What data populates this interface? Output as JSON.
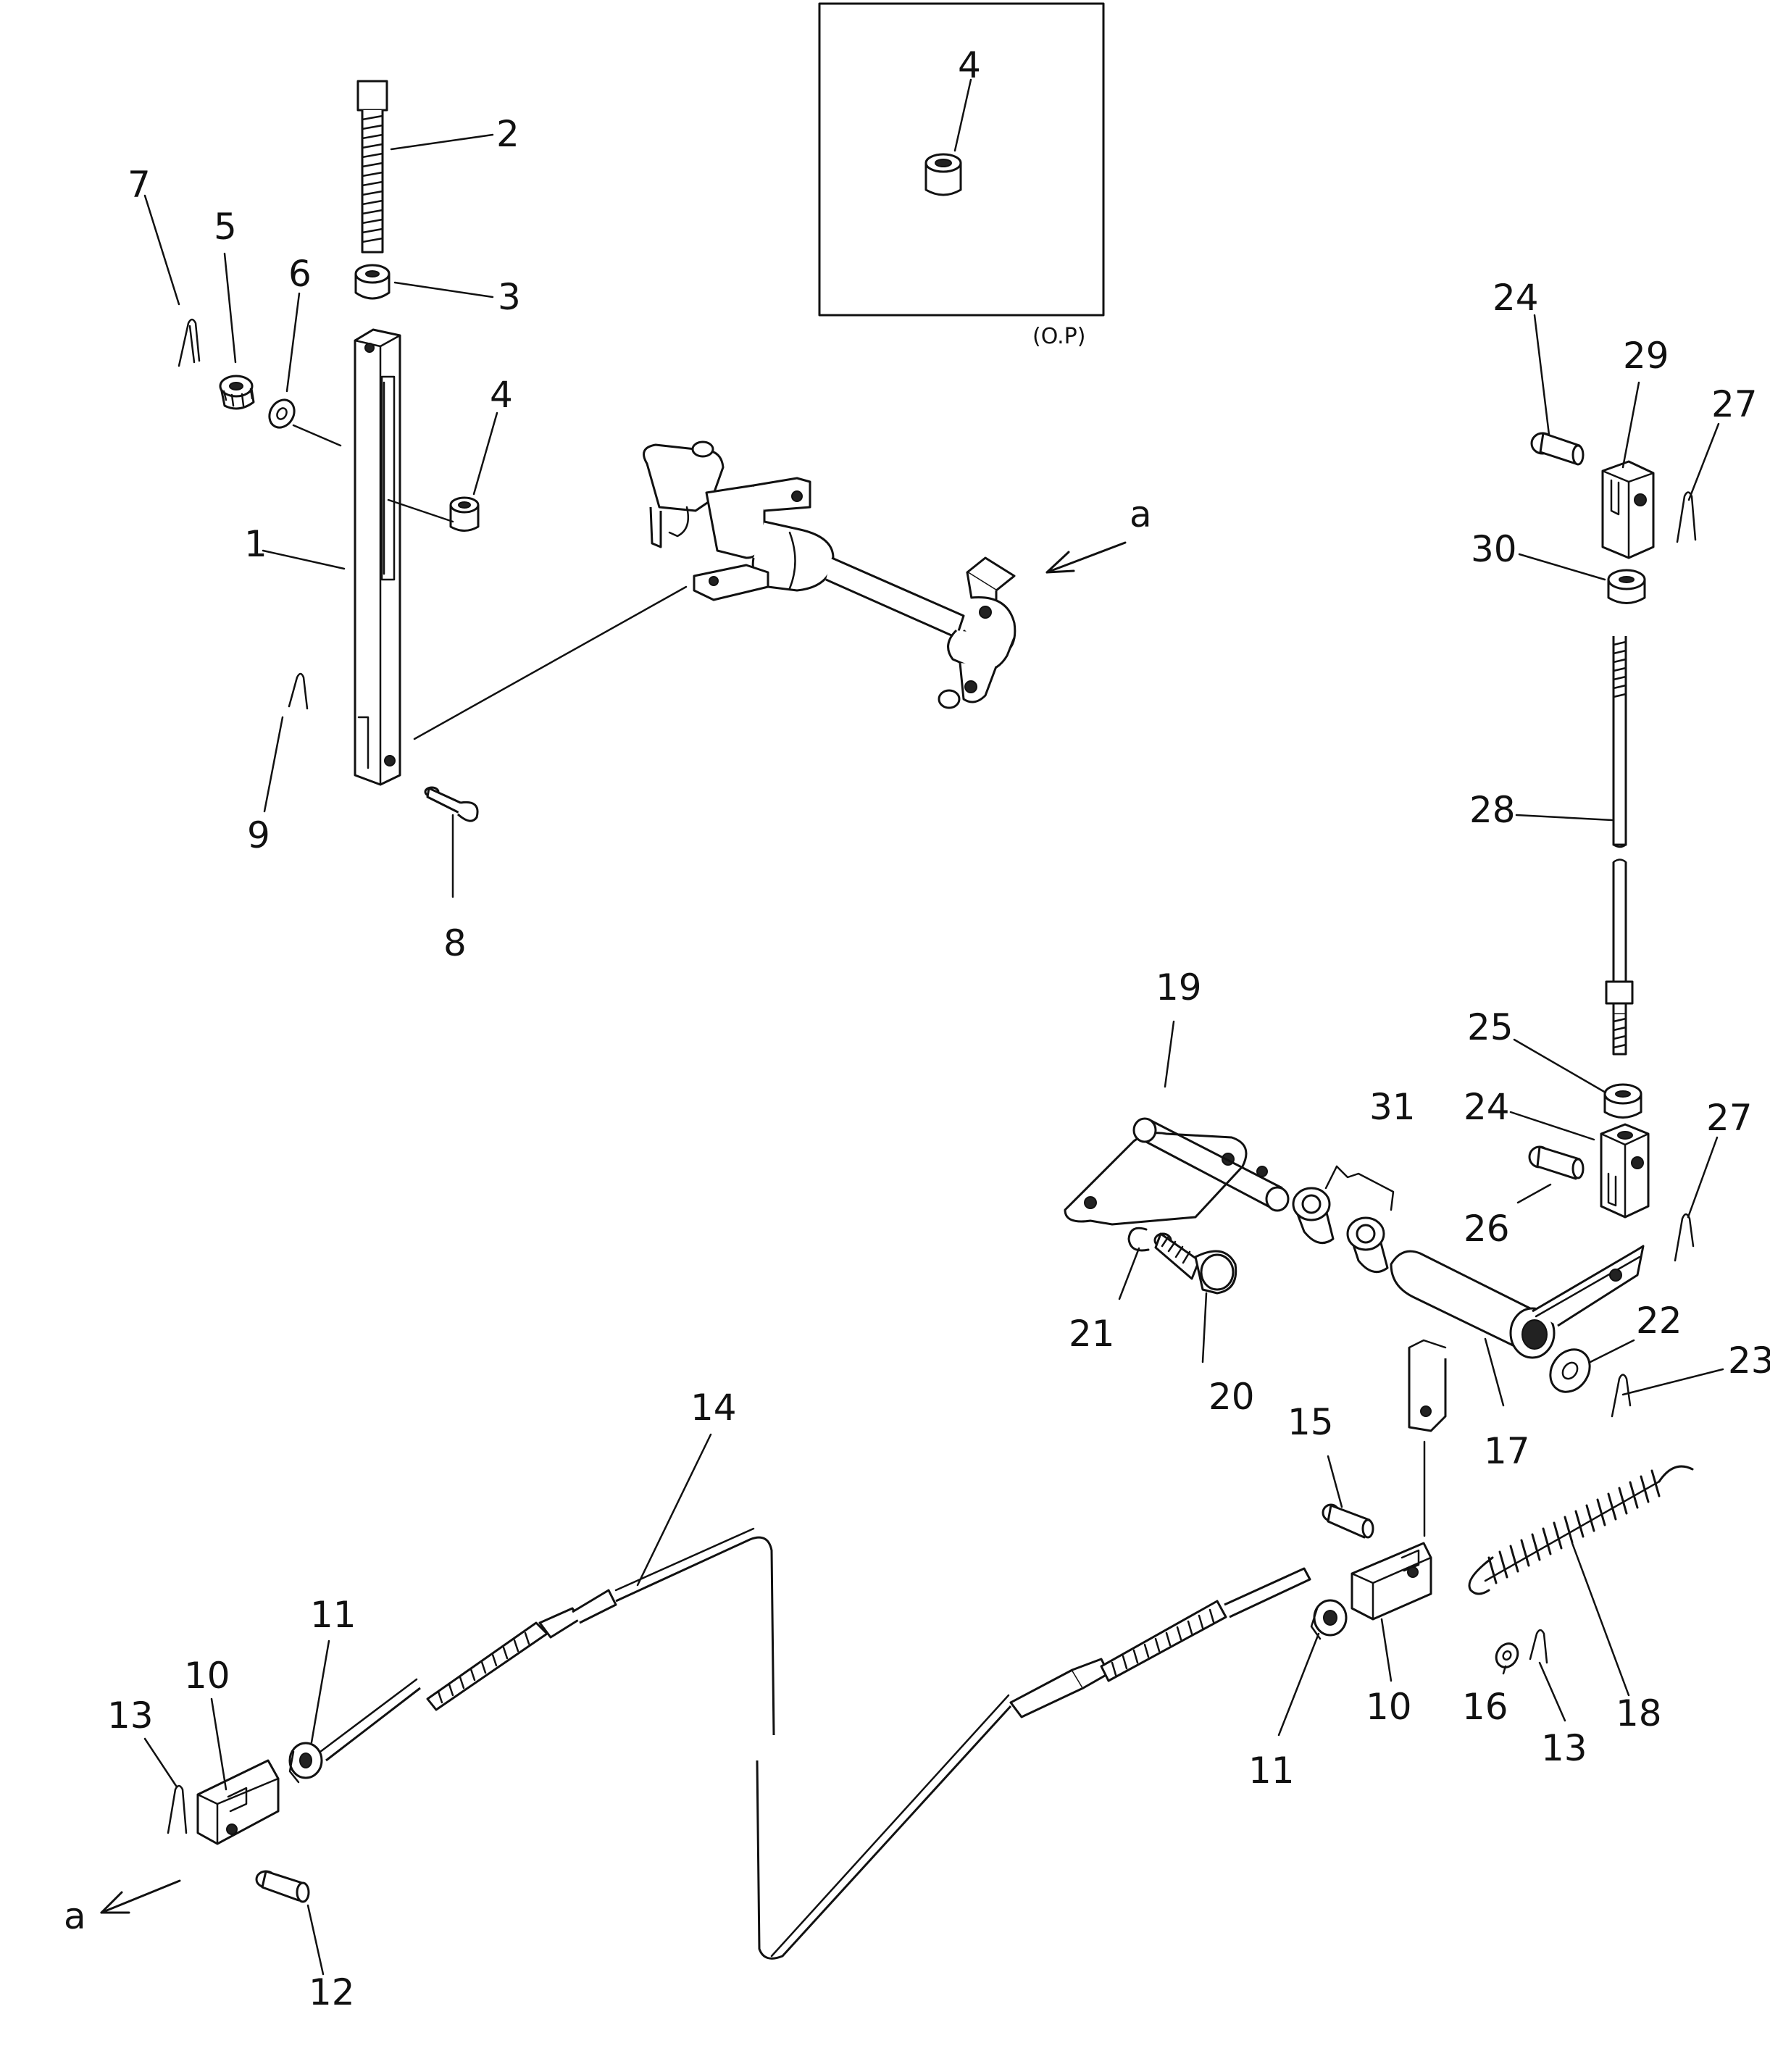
{
  "labels": [
    {
      "id": "1",
      "text": "1"
    },
    {
      "id": "2",
      "text": "2"
    },
    {
      "id": "3",
      "text": "3"
    },
    {
      "id": "4a",
      "text": "4"
    },
    {
      "id": "4b",
      "text": "4"
    },
    {
      "id": "5",
      "text": "5"
    },
    {
      "id": "6",
      "text": "6"
    },
    {
      "id": "7",
      "text": "7"
    },
    {
      "id": "8",
      "text": "8"
    },
    {
      "id": "9",
      "text": "9"
    },
    {
      "id": "10a",
      "text": "10"
    },
    {
      "id": "10b",
      "text": "10"
    },
    {
      "id": "11a",
      "text": "11"
    },
    {
      "id": "11b",
      "text": "11"
    },
    {
      "id": "12",
      "text": "12"
    },
    {
      "id": "13a",
      "text": "13"
    },
    {
      "id": "13b",
      "text": "13"
    },
    {
      "id": "14",
      "text": "14"
    },
    {
      "id": "15",
      "text": "15"
    },
    {
      "id": "16",
      "text": "16"
    },
    {
      "id": "17",
      "text": "17"
    },
    {
      "id": "18",
      "text": "18"
    },
    {
      "id": "19",
      "text": "19"
    },
    {
      "id": "20",
      "text": "20"
    },
    {
      "id": "21",
      "text": "21"
    },
    {
      "id": "22",
      "text": "22"
    },
    {
      "id": "23",
      "text": "23"
    },
    {
      "id": "24a",
      "text": "24"
    },
    {
      "id": "24b",
      "text": "24"
    },
    {
      "id": "25",
      "text": "25"
    },
    {
      "id": "26",
      "text": "26"
    },
    {
      "id": "27a",
      "text": "27"
    },
    {
      "id": "27b",
      "text": "27"
    },
    {
      "id": "28",
      "text": "28"
    },
    {
      "id": "29",
      "text": "29"
    },
    {
      "id": "30",
      "text": "30"
    },
    {
      "id": "31",
      "text": "31"
    },
    {
      "id": "a1",
      "text": "a"
    },
    {
      "id": "a2",
      "text": "a"
    }
  ],
  "inset_caption": "(O.P)"
}
